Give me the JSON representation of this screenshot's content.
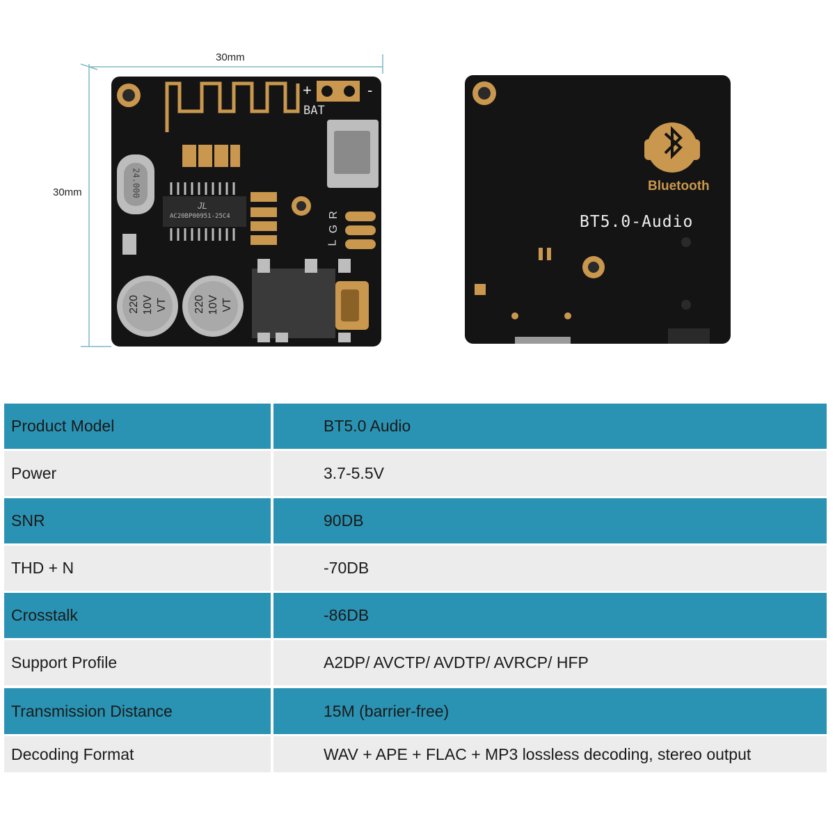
{
  "dimensions": {
    "width_label": "30mm",
    "height_label": "30mm"
  },
  "board_front": {
    "battery_label": "BAT",
    "plus": "+",
    "minus": "-",
    "crystal_text": "24.000",
    "chip_brand": "JL",
    "chip_text": "AC20BP00951-25C4",
    "cap_left": [
      "220",
      "10V",
      "VT"
    ],
    "cap_right": [
      "220",
      "10V",
      "VT"
    ],
    "pin_labels": [
      "L",
      "G",
      "R"
    ]
  },
  "board_back": {
    "logo_text": "Bluetooth",
    "model_text": "BT5.0-Audio"
  },
  "specs": [
    {
      "key": "Product Model",
      "value": "BT5.0 Audio"
    },
    {
      "key": "Power",
      "value": "3.7-5.5V"
    },
    {
      "key": "SNR",
      "value": "90DB"
    },
    {
      "key": "THD + N",
      "value": "-70DB"
    },
    {
      "key": "Crosstalk",
      "value": "-86DB"
    },
    {
      "key": "Support Profile",
      "value": "A2DP/ AVCTP/ AVDTP/ AVRCP/ HFP"
    },
    {
      "key": "Transmission Distance",
      "value": "15M (barrier-free)"
    },
    {
      "key": "Decoding Format",
      "value": "WAV + APE + FLAC + MP3 lossless decoding, stereo output"
    }
  ],
  "colors": {
    "row_blue": "#2a93b3",
    "row_grey": "#ececec",
    "board": "#141414",
    "gold": "#c9974e",
    "dim_line": "#7fb8c4"
  }
}
